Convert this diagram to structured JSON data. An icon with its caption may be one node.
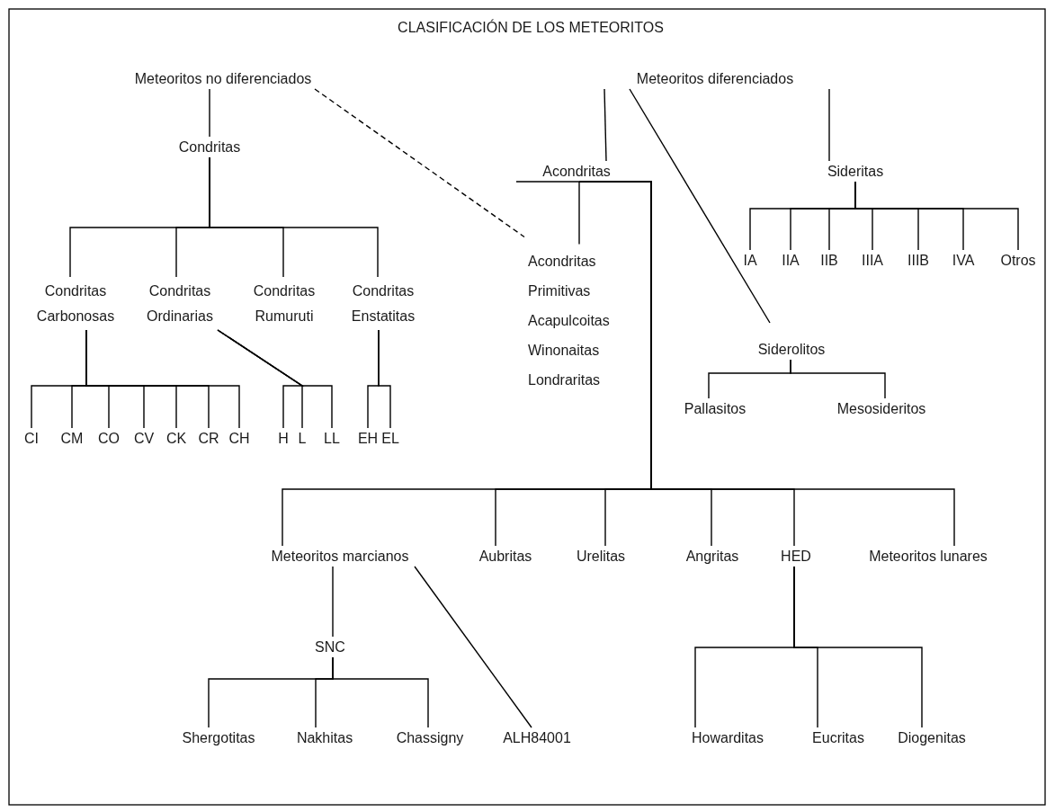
{
  "diagram": {
    "title": "CLASIFICACIÓN DE LOS METEORITOS",
    "nodes": [
      {
        "text": [
          "Meteoritos no diferenciados"
        ]
      },
      {
        "text": [
          "Meteoritos diferenciados"
        ]
      },
      {
        "text": [
          "Condritas"
        ]
      },
      {
        "text": [
          "Acondritas"
        ]
      },
      {
        "text": [
          "Sideritas"
        ]
      },
      {
        "text": [
          "Condritas Carbonosas"
        ]
      },
      {
        "text": [
          "Condritas Ordinarias"
        ]
      },
      {
        "text": [
          "Condritas Rumuruti"
        ]
      },
      {
        "text": [
          "Condritas Enstatitas"
        ]
      },
      {
        "text": [
          "Acondritas Primitivas",
          "Acapulcoitas",
          "Winonaitas",
          "Londraritas"
        ]
      },
      {
        "text": [
          "IA"
        ]
      },
      {
        "text": [
          "IIA"
        ]
      },
      {
        "text": [
          "IIB"
        ]
      },
      {
        "text": [
          "IIIA"
        ]
      },
      {
        "text": [
          "IIIB"
        ]
      },
      {
        "text": [
          "IVA"
        ]
      },
      {
        "text": [
          "Otros"
        ]
      },
      {
        "text": [
          "Siderolitos"
        ]
      },
      {
        "text": [
          "Pallasitos"
        ]
      },
      {
        "text": [
          "Mesosideritos"
        ]
      },
      {
        "text": [
          "CI"
        ]
      },
      {
        "text": [
          "CM"
        ]
      },
      {
        "text": [
          "CO"
        ]
      },
      {
        "text": [
          "CV"
        ]
      },
      {
        "text": [
          "CK"
        ]
      },
      {
        "text": [
          "CR"
        ]
      },
      {
        "text": [
          "CH"
        ]
      },
      {
        "text": [
          "H"
        ]
      },
      {
        "text": [
          "L"
        ]
      },
      {
        "text": [
          "LL"
        ]
      },
      {
        "text": [
          "EH"
        ]
      },
      {
        "text": [
          "EL"
        ]
      },
      {
        "text": [
          "Meteoritos marcianos"
        ]
      },
      {
        "text": [
          "Aubritas"
        ]
      },
      {
        "text": [
          "Urelitas"
        ]
      },
      {
        "text": [
          "Angritas"
        ]
      },
      {
        "text": [
          "HED"
        ]
      },
      {
        "text": [
          "Meteoritos lunares"
        ]
      },
      {
        "text": [
          "SNC"
        ]
      },
      {
        "text": [
          "Shergotitas"
        ]
      },
      {
        "text": [
          "Nakhitas"
        ]
      },
      {
        "text": [
          "Chassigny"
        ]
      },
      {
        "text": [
          "ALH84001"
        ]
      },
      {
        "text": [
          "Howarditas"
        ]
      },
      {
        "text": [
          "Eucritas"
        ]
      },
      {
        "text": [
          "Diogenitas"
        ]
      }
    ],
    "edges": [
      {
        "from": 0,
        "to": 2,
        "arrow": "none"
      },
      {
        "from": 2,
        "to": 5,
        "arrow": "none"
      },
      {
        "from": 2,
        "to": 6,
        "arrow": "none"
      },
      {
        "from": 2,
        "to": 7,
        "arrow": "none"
      },
      {
        "from": 2,
        "to": 8,
        "arrow": "none"
      },
      {
        "from": 0,
        "to": 9,
        "arrow": "none",
        "style": "dashed"
      },
      {
        "from": 1,
        "to": 3,
        "arrow": "none"
      },
      {
        "from": 1,
        "to": 17,
        "arrow": "none"
      },
      {
        "from": 1,
        "to": 4,
        "arrow": "none"
      },
      {
        "from": 3,
        "to": 9,
        "arrow": "none"
      },
      {
        "from": 4,
        "to": 10,
        "arrow": "none"
      },
      {
        "from": 4,
        "to": 11,
        "arrow": "none"
      },
      {
        "from": 4,
        "to": 12,
        "arrow": "none"
      },
      {
        "from": 4,
        "to": 13,
        "arrow": "none"
      },
      {
        "from": 4,
        "to": 14,
        "arrow": "none"
      },
      {
        "from": 4,
        "to": 15,
        "arrow": "none"
      },
      {
        "from": 4,
        "to": 16,
        "arrow": "none"
      },
      {
        "from": 5,
        "to": 20,
        "arrow": "none"
      },
      {
        "from": 5,
        "to": 21,
        "arrow": "none"
      },
      {
        "from": 5,
        "to": 22,
        "arrow": "none"
      },
      {
        "from": 5,
        "to": 23,
        "arrow": "none"
      },
      {
        "from": 5,
        "to": 24,
        "arrow": "none"
      },
      {
        "from": 5,
        "to": 25,
        "arrow": "none"
      },
      {
        "from": 5,
        "to": 26,
        "arrow": "none"
      },
      {
        "from": 6,
        "to": 27,
        "arrow": "none"
      },
      {
        "from": 6,
        "to": 28,
        "arrow": "none"
      },
      {
        "from": 6,
        "to": 29,
        "arrow": "none"
      },
      {
        "from": 8,
        "to": 30,
        "arrow": "none"
      },
      {
        "from": 8,
        "to": 31,
        "arrow": "none"
      },
      {
        "from": 17,
        "to": 18,
        "arrow": "none"
      },
      {
        "from": 17,
        "to": 19,
        "arrow": "none"
      },
      {
        "from": 3,
        "to": 32,
        "arrow": "none"
      },
      {
        "from": 3,
        "to": 33,
        "arrow": "none"
      },
      {
        "from": 3,
        "to": 34,
        "arrow": "none"
      },
      {
        "from": 3,
        "to": 35,
        "arrow": "none"
      },
      {
        "from": 3,
        "to": 36,
        "arrow": "none"
      },
      {
        "from": 3,
        "to": 37,
        "arrow": "none"
      },
      {
        "from": 32,
        "to": 38,
        "arrow": "none"
      },
      {
        "from": 32,
        "to": 42,
        "arrow": "none"
      },
      {
        "from": 38,
        "to": 39,
        "arrow": "none"
      },
      {
        "from": 38,
        "to": 40,
        "arrow": "none"
      },
      {
        "from": 38,
        "to": 41,
        "arrow": "none"
      },
      {
        "from": 36,
        "to": 43,
        "arrow": "none"
      },
      {
        "from": 36,
        "to": 44,
        "arrow": "none"
      },
      {
        "from": 36,
        "to": 45,
        "arrow": "none"
      }
    ]
  }
}
